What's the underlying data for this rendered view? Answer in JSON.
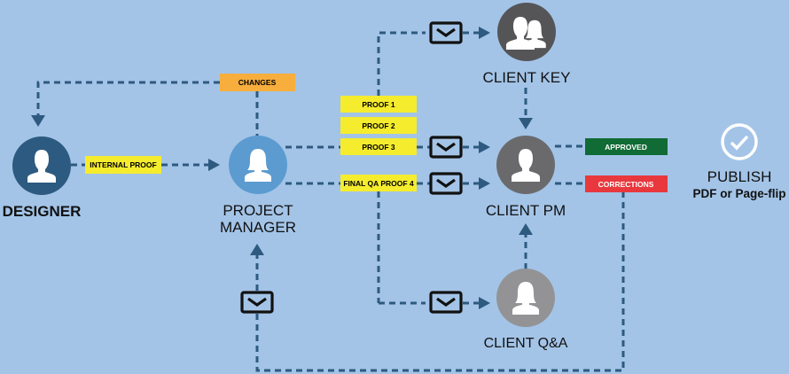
{
  "nodes": {
    "designer": {
      "label": "DESIGNER",
      "color": "#2d5a80"
    },
    "project_manager": {
      "label_line1": "PROJECT",
      "label_line2": "MANAGER",
      "color": "#5b9bd0"
    },
    "client_key": {
      "label": "CLIENT KEY",
      "color": "#555558"
    },
    "client_pm": {
      "label": "CLIENT PM",
      "color": "#6a6a6d"
    },
    "client_qa": {
      "label": "CLIENT Q&A",
      "color": "#939396"
    },
    "publish": {
      "label": "PUBLISH",
      "sublabel": "PDF or Page-flip",
      "icon": "check-circle-icon"
    }
  },
  "tags": {
    "changes": {
      "text": "CHANGES",
      "color": "#f7ae3c"
    },
    "internal_proof": {
      "text": "INTERNAL PROOF",
      "color": "#f5ec2e"
    },
    "proof1": {
      "text": "PROOF 1",
      "color": "#f5ec2e"
    },
    "proof2": {
      "text": "PROOF 2",
      "color": "#f5ec2e"
    },
    "proof3": {
      "text": "PROOF 3",
      "color": "#f5ec2e"
    },
    "final_qa": {
      "text": "FINAL QA PROOF 4",
      "color": "#f5ec2e"
    },
    "approved": {
      "text": "APPROVED",
      "color": "#106b35"
    },
    "corrections": {
      "text": "CORRECTIONS",
      "color": "#e8383d"
    }
  },
  "connector_color": "#2e5a80",
  "icons": [
    "envelope-icon",
    "person-icon",
    "group-icon",
    "check-circle-icon"
  ]
}
